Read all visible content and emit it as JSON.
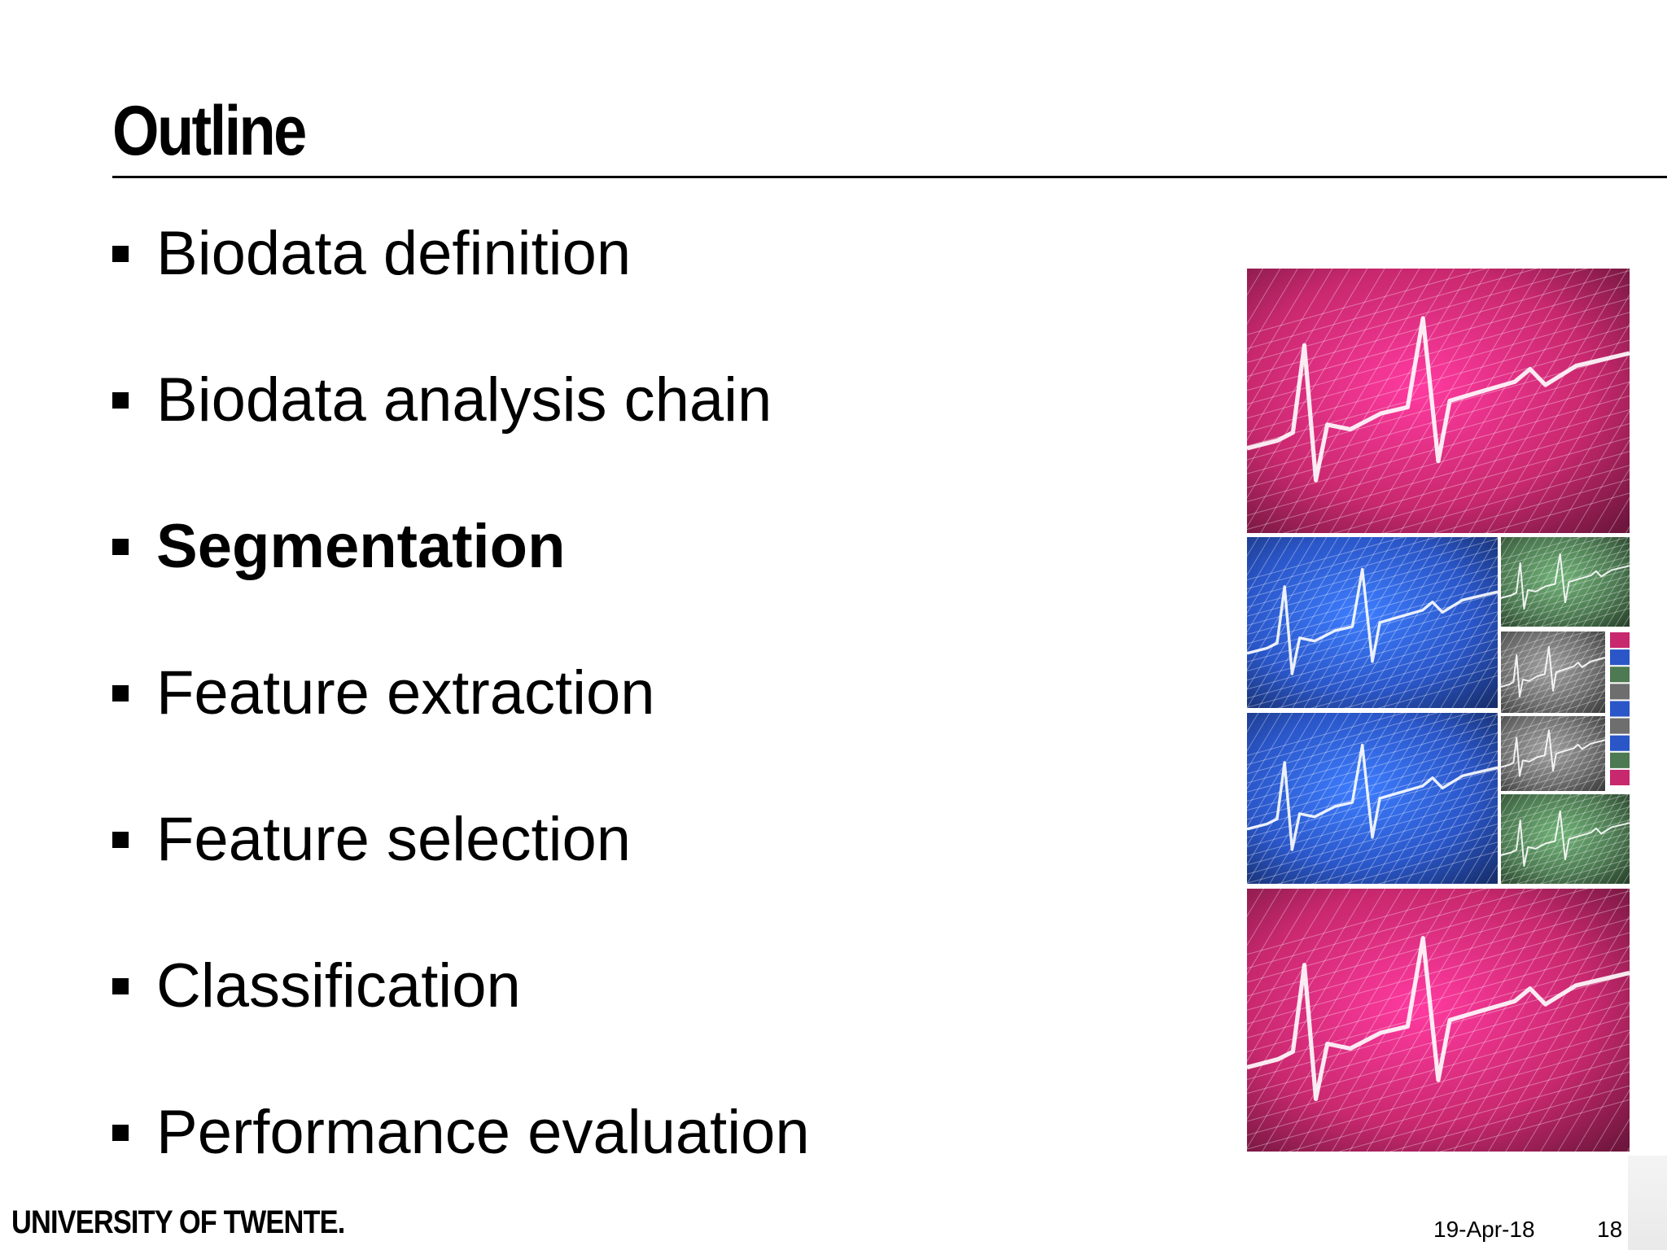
{
  "slide": {
    "title": "Outline",
    "bullets": [
      {
        "label": "Biodata definition",
        "active": false
      },
      {
        "label": "Biodata analysis chain",
        "active": false
      },
      {
        "label": "Segmentation",
        "active": true
      },
      {
        "label": "Feature extraction",
        "active": false
      },
      {
        "label": "Feature selection",
        "active": false
      },
      {
        "label": "Classification",
        "active": false
      },
      {
        "label": "Performance evaluation",
        "active": false
      }
    ]
  },
  "collage": {
    "image_subject": "ecg-heartbeat-grid",
    "colors": {
      "magenta": "#c8286e",
      "blue": "#2a56c8",
      "green": "#4d7a52",
      "gray": "#6e6e6e"
    }
  },
  "footer": {
    "logo": "UNIVERSITY OF TWENTE.",
    "date": "19-Apr-18",
    "page": "18"
  }
}
